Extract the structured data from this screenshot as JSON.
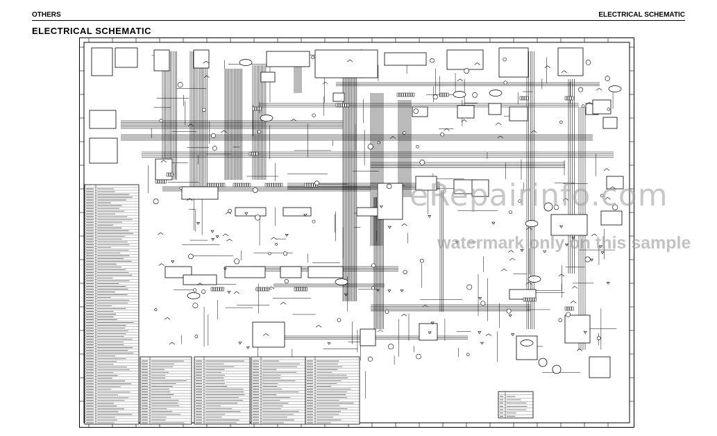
{
  "page": {
    "header_left": "OTHERS",
    "header_right": "ELECTRICAL SCHEMATIC",
    "title": "ELECTRICAL SCHEMATIC"
  },
  "watermark": {
    "line1": "eRepairinfo.com",
    "line2": "watermark only on this sample"
  },
  "legend": {
    "name_header": "NAME",
    "description_header": "DESCRIPTION"
  },
  "colors": {
    "ink": "#000000",
    "paper": "#ffffff",
    "watermark": "#9a9a9a"
  }
}
